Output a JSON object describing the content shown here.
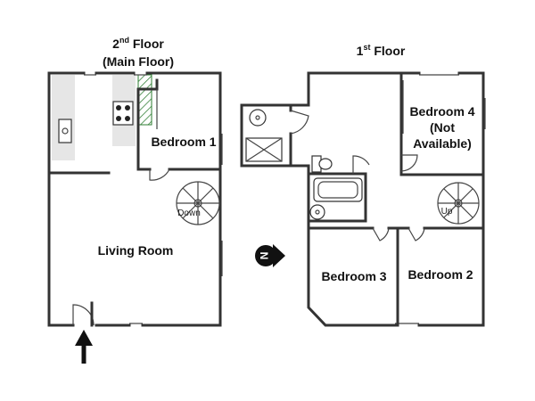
{
  "floors": {
    "second": {
      "title": "2",
      "title_sup": "nd",
      "title_rest": " Floor",
      "subtitle": "(Main Floor)"
    },
    "first": {
      "title": "1",
      "title_sup": "st",
      "title_rest": " Floor"
    }
  },
  "rooms": {
    "bedroom1": "Bedroom 1",
    "living_room": "Living Room",
    "bedroom4_line1": "Bedroom 4",
    "bedroom4_line2": "(Not",
    "bedroom4_line3": "Available)",
    "bedroom3": "Bedroom 3",
    "bedroom2": "Bedroom 2"
  },
  "stairs": {
    "down": "Down",
    "up": "Up"
  },
  "compass": {
    "letter": "N",
    "icon": "north-arrow-icon"
  },
  "entrance": {
    "icon": "entrance-arrow-icon"
  },
  "colors": {
    "wall": "#333333",
    "kitchen_counter": "#e6e6e6",
    "hatch": "#2e7d32"
  }
}
